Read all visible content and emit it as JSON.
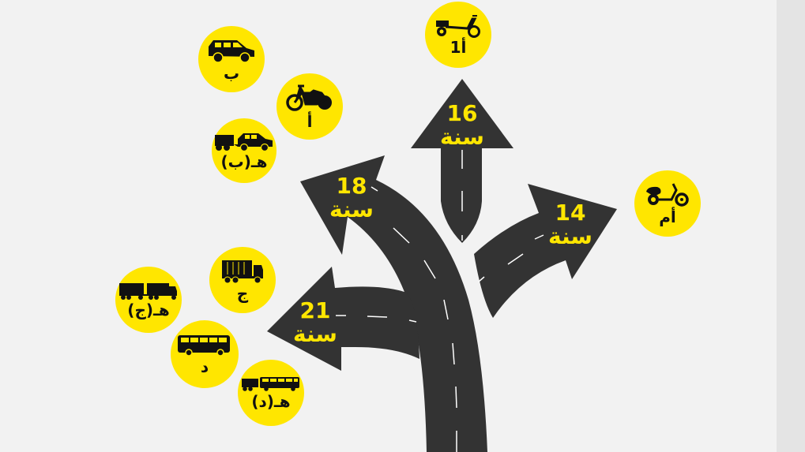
{
  "colors": {
    "background": "#f2f2f2",
    "side_strip": "#e4e4e4",
    "road": "#333333",
    "lane_marking": "#ffffff",
    "accent_yellow": "#ffe600",
    "icon": "#111111"
  },
  "arrows": [
    {
      "direction": "up",
      "age": "16",
      "unit": "سنة"
    },
    {
      "direction": "up-left",
      "age": "18",
      "unit": "سنة"
    },
    {
      "direction": "left",
      "age": "21",
      "unit": "سنة"
    },
    {
      "direction": "right",
      "age": "14",
      "unit": "سنة"
    }
  ],
  "badges": [
    {
      "icon": "scooter-delivery-icon",
      "label": "أ1",
      "group": "16"
    },
    {
      "icon": "car-icon",
      "label": "ب",
      "group": "18"
    },
    {
      "icon": "motorcycle-icon",
      "label": "أ",
      "group": "18"
    },
    {
      "icon": "car-with-trailer-icon",
      "label": "هـ(ب)",
      "group": "18"
    },
    {
      "icon": "truck-icon",
      "label": "ج",
      "group": "21"
    },
    {
      "icon": "truck-with-trailer-icon",
      "label": "هـ(ج)",
      "group": "21"
    },
    {
      "icon": "bus-icon",
      "label": "د",
      "group": "21"
    },
    {
      "icon": "bus-with-trailer-icon",
      "label": "هـ(د)",
      "group": "21"
    },
    {
      "icon": "moped-icon",
      "label": "أم",
      "group": "14"
    }
  ]
}
